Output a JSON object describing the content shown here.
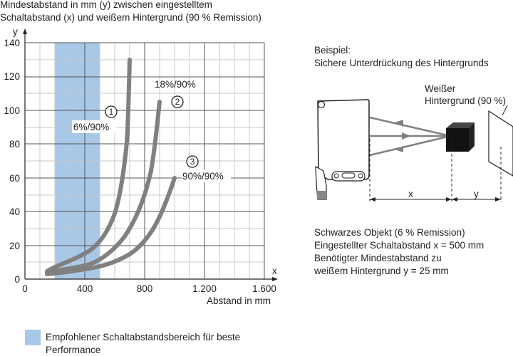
{
  "title": {
    "line1": "Mindestabstand in mm (y) zwischen eingestelltem",
    "line2": "Schaltabstand (x) und weißem Hintergrund (90 % Remission)"
  },
  "legend": {
    "swatch_color": "#a8c8e8",
    "line1": "Empfohlener Schaltabstandsbereich für beste",
    "line2": "Performance"
  },
  "example": {
    "heading1": "Beispiel:",
    "heading2": "Sichere Unterdrückung des Hintergrunds",
    "bg_label1": "Weißer",
    "bg_label2": "Hintergrund (90 %)",
    "x_label": "x",
    "y_label": "y",
    "desc1": "Schwarzes Objekt (6 % Remission)",
    "desc2": "Eingestellter Schaltabstand x = 500 mm",
    "desc3": "Benötigter Mindestabstand zu",
    "desc4": "weißem Hintergrund y = 25 mm"
  },
  "chart_data": {
    "type": "line",
    "title": "Mindestabstand in mm (y) zwischen eingestelltem Schaltabstand (x) und weißem Hintergrund (90 % Remission)",
    "xlabel": "Abstand in mm",
    "ylabel": "y",
    "x_axis_letter": "x",
    "xlim": [
      0,
      1600
    ],
    "ylim": [
      0,
      140
    ],
    "x_ticks": [
      "0",
      "400",
      "800",
      "1.200",
      "1.600"
    ],
    "y_ticks": [
      "0",
      "20",
      "40",
      "60",
      "80",
      "100",
      "120",
      "140"
    ],
    "grid": true,
    "highlight_band": {
      "x_from": 200,
      "x_to": 500,
      "color": "#a8c8e8",
      "label": "Empfohlener Schaltabstandsbereich für beste Performance"
    },
    "series": [
      {
        "name": "6%/90%",
        "marker": "①",
        "x": [
          150,
          200,
          300,
          400,
          500,
          600,
          650,
          700
        ],
        "y": [
          5,
          9,
          12,
          16,
          26,
          50,
          80,
          130
        ]
      },
      {
        "name": "18%/90%",
        "marker": "②",
        "x": [
          150,
          200,
          400,
          500,
          600,
          700,
          800,
          900
        ],
        "y": [
          4,
          6,
          8,
          11,
          19,
          33,
          60,
          105
        ]
      },
      {
        "name": "90%/90%",
        "marker": "③",
        "x": [
          150,
          200,
          400,
          500,
          600,
          700,
          800,
          900,
          1000
        ],
        "y": [
          3,
          4,
          6,
          7,
          10,
          15,
          23,
          37,
          60
        ]
      }
    ]
  }
}
